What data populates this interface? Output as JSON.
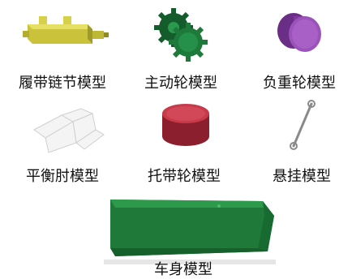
{
  "models": [
    {
      "id": "track_link",
      "label": "履带链节模型",
      "icon": "track-link-icon",
      "color": "#c8c23a"
    },
    {
      "id": "drive_wheel",
      "label": "主动轮模型",
      "icon": "drive-sprocket-icon",
      "color": "#1f7a3e"
    },
    {
      "id": "road_wheel",
      "label": "负重轮模型",
      "icon": "road-wheel-icon",
      "color": "#8a3fa6"
    },
    {
      "id": "balance_arm",
      "label": "平衡肘模型",
      "icon": "balance-arm-icon",
      "color": "#d8d8d8"
    },
    {
      "id": "idler_wheel",
      "label": "托带轮模型",
      "icon": "idler-wheel-icon",
      "color": "#b02a3a"
    },
    {
      "id": "suspension",
      "label": "悬挂模型",
      "icon": "suspension-link-icon",
      "color": "#8a8a8a"
    },
    {
      "id": "body",
      "label": "车身模型",
      "icon": "vehicle-body-icon",
      "color": "#23863f"
    }
  ]
}
